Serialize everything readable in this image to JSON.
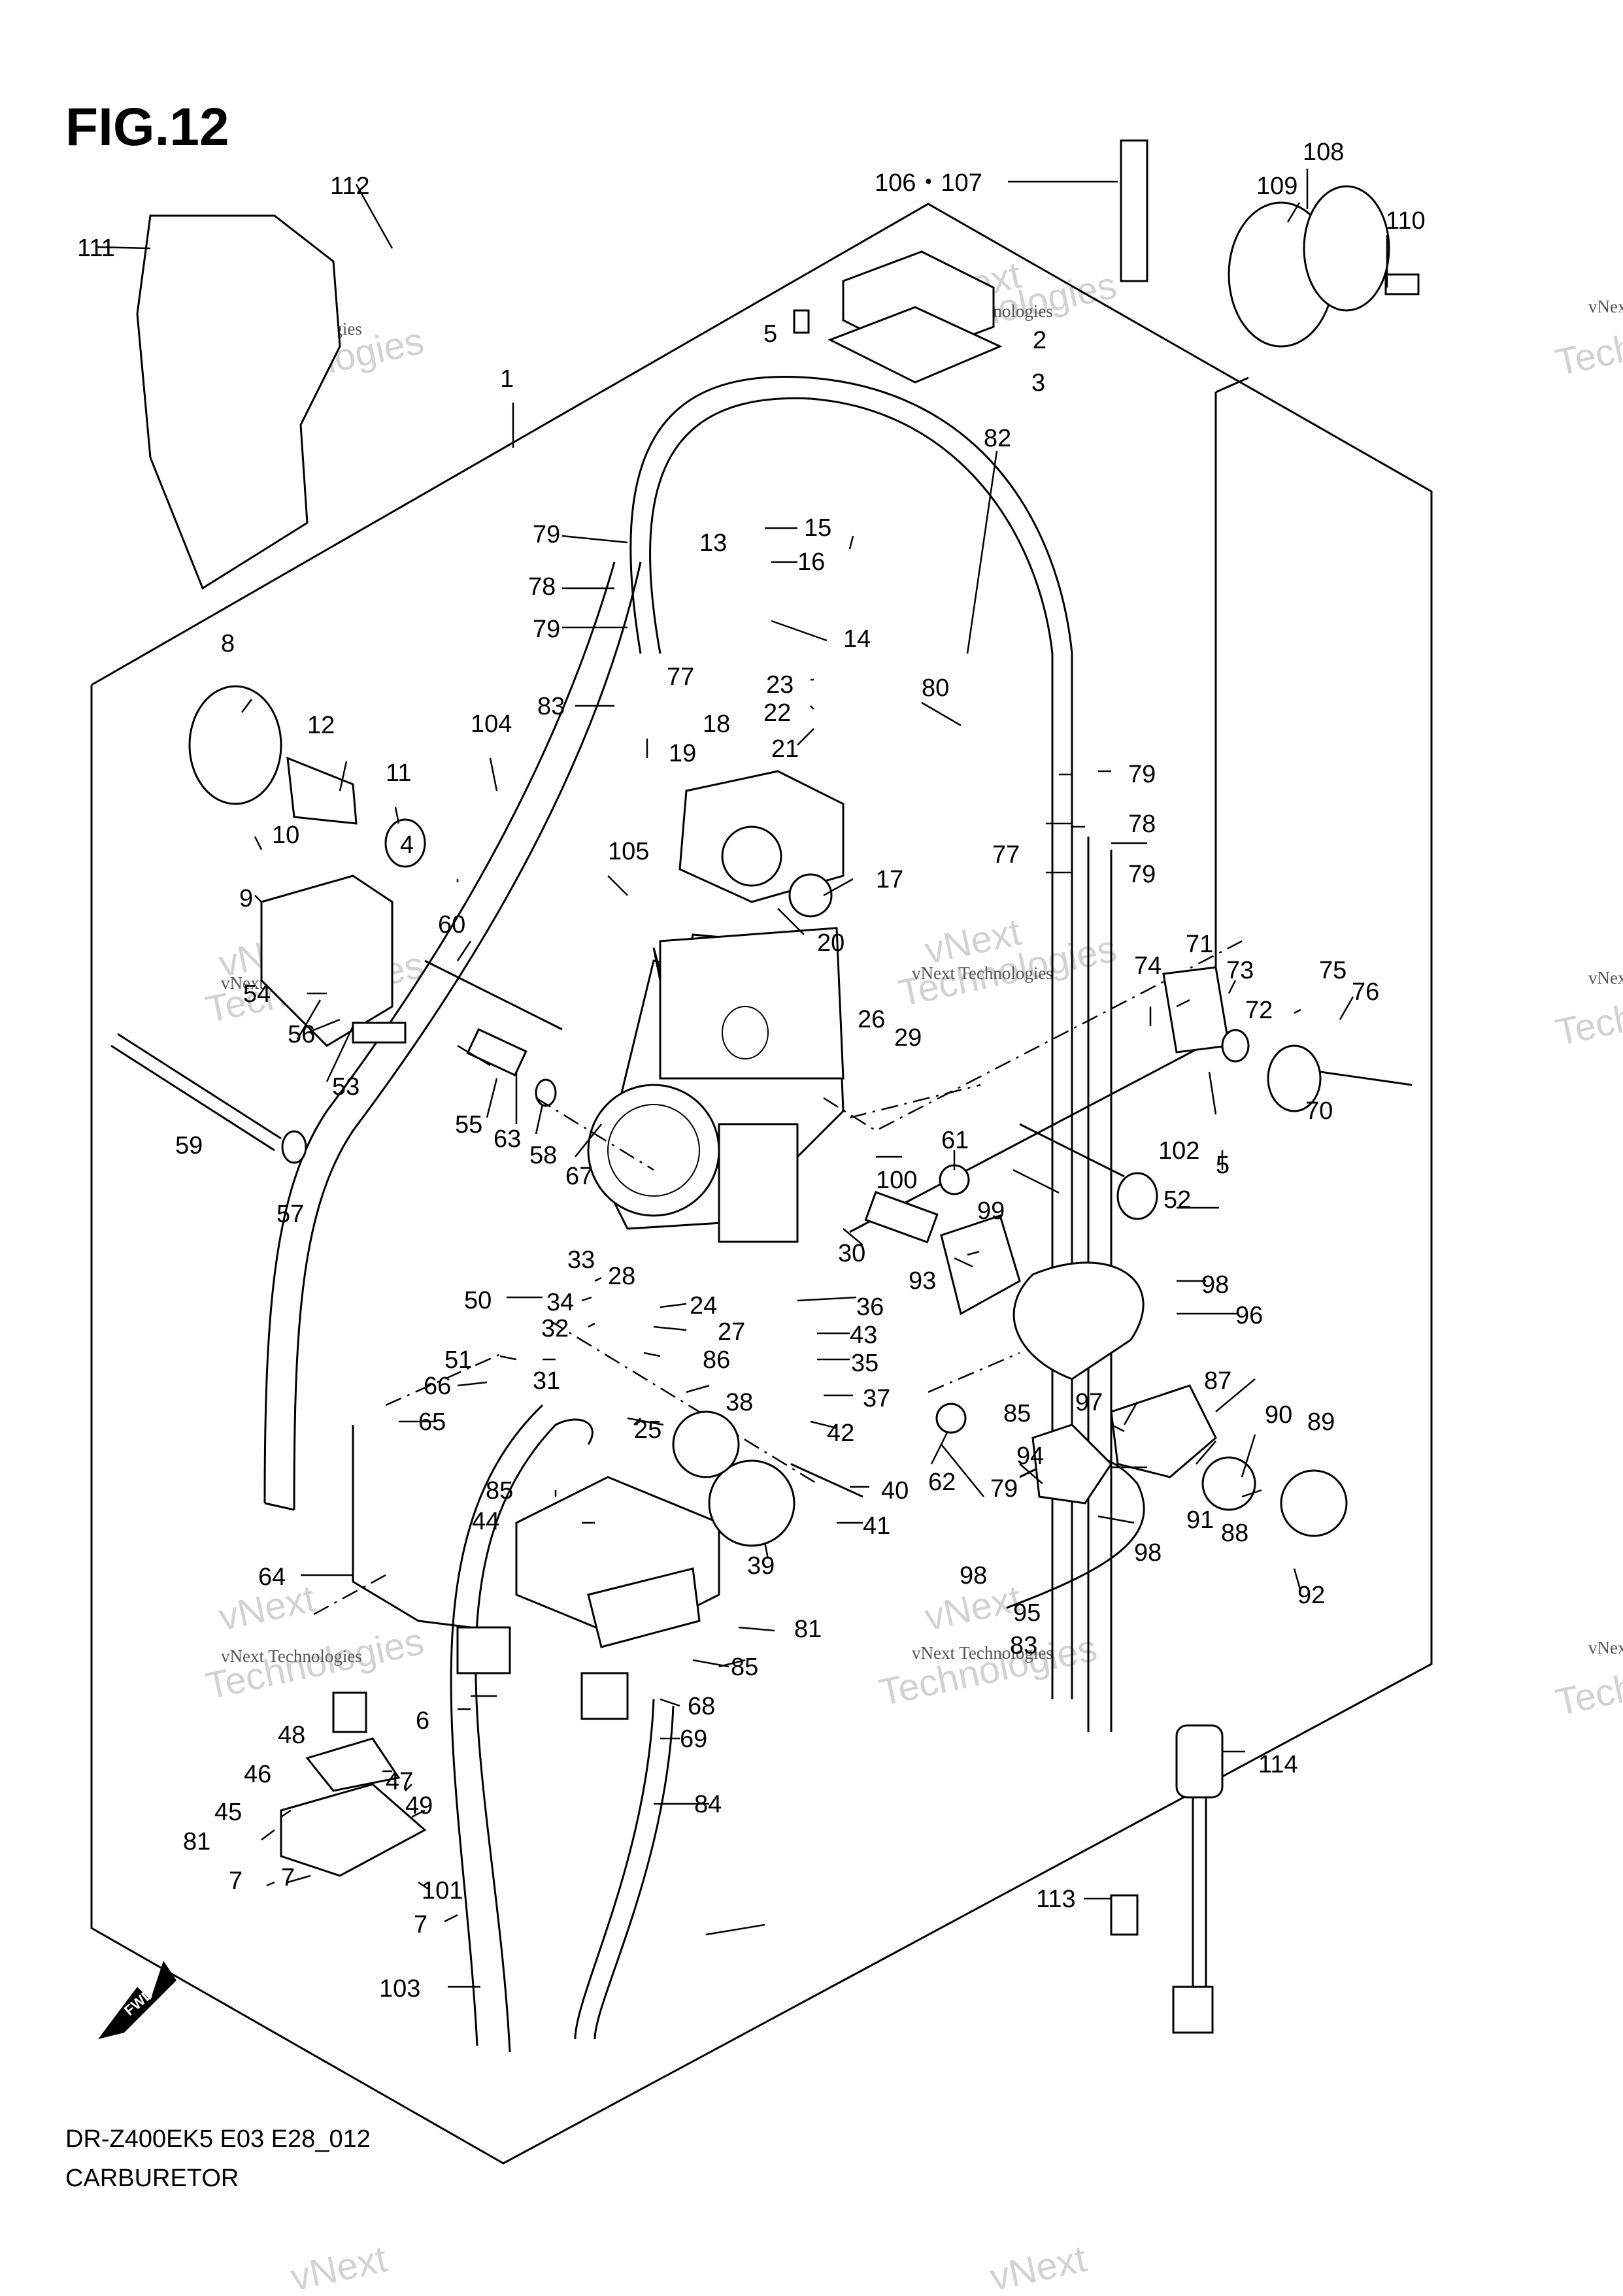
{
  "figure": {
    "title": "FIG.12",
    "model_code": "DR-Z400EK5 E03 E28_012",
    "section_name": "CARBURETOR"
  },
  "watermark": {
    "text_a": "vNext Technologies",
    "text_b": "vNext",
    "text_c": "Technologies"
  },
  "fwd_arrow": {
    "label": "FWD"
  },
  "parts": [
    {
      "key": "1",
      "label": "1"
    },
    {
      "key": "2",
      "label": "2"
    },
    {
      "key": "3",
      "label": "3"
    },
    {
      "key": "4",
      "label": "4"
    },
    {
      "key": "5a",
      "label": "5"
    },
    {
      "key": "5b",
      "label": "5"
    },
    {
      "key": "6",
      "label": "6"
    },
    {
      "key": "7a",
      "label": "7"
    },
    {
      "key": "7b",
      "label": "7"
    },
    {
      "key": "7c",
      "label": "7"
    },
    {
      "key": "8",
      "label": "8"
    },
    {
      "key": "9",
      "label": "9"
    },
    {
      "key": "10",
      "label": "10"
    },
    {
      "key": "11",
      "label": "11"
    },
    {
      "key": "12",
      "label": "12"
    },
    {
      "key": "13",
      "label": "13"
    },
    {
      "key": "14",
      "label": "14"
    },
    {
      "key": "15",
      "label": "15"
    },
    {
      "key": "16",
      "label": "16"
    },
    {
      "key": "17",
      "label": "17"
    },
    {
      "key": "18",
      "label": "18"
    },
    {
      "key": "19",
      "label": "19"
    },
    {
      "key": "20",
      "label": "20"
    },
    {
      "key": "21",
      "label": "21"
    },
    {
      "key": "22",
      "label": "22"
    },
    {
      "key": "23",
      "label": "23"
    },
    {
      "key": "24",
      "label": "24"
    },
    {
      "key": "25",
      "label": "25"
    },
    {
      "key": "26",
      "label": "26"
    },
    {
      "key": "27",
      "label": "27"
    },
    {
      "key": "28",
      "label": "28"
    },
    {
      "key": "29",
      "label": "29"
    },
    {
      "key": "30",
      "label": "30"
    },
    {
      "key": "31",
      "label": "31"
    },
    {
      "key": "32",
      "label": "32"
    },
    {
      "key": "33",
      "label": "33"
    },
    {
      "key": "34",
      "label": "34"
    },
    {
      "key": "35",
      "label": "35"
    },
    {
      "key": "36",
      "label": "36"
    },
    {
      "key": "37",
      "label": "37"
    },
    {
      "key": "38",
      "label": "38"
    },
    {
      "key": "39",
      "label": "39"
    },
    {
      "key": "40",
      "label": "40"
    },
    {
      "key": "41",
      "label": "41"
    },
    {
      "key": "42",
      "label": "42"
    },
    {
      "key": "43",
      "label": "43"
    },
    {
      "key": "44",
      "label": "44"
    },
    {
      "key": "45",
      "label": "45"
    },
    {
      "key": "46",
      "label": "46"
    },
    {
      "key": "47",
      "label": "47"
    },
    {
      "key": "48",
      "label": "48"
    },
    {
      "key": "49",
      "label": "49"
    },
    {
      "key": "50",
      "label": "50"
    },
    {
      "key": "51",
      "label": "51"
    },
    {
      "key": "52",
      "label": "52"
    },
    {
      "key": "53",
      "label": "53"
    },
    {
      "key": "54",
      "label": "54"
    },
    {
      "key": "55",
      "label": "55"
    },
    {
      "key": "56",
      "label": "56"
    },
    {
      "key": "57",
      "label": "57"
    },
    {
      "key": "58",
      "label": "58"
    },
    {
      "key": "59",
      "label": "59"
    },
    {
      "key": "60",
      "label": "60"
    },
    {
      "key": "61",
      "label": "61"
    },
    {
      "key": "62",
      "label": "62"
    },
    {
      "key": "63",
      "label": "63"
    },
    {
      "key": "64",
      "label": "64"
    },
    {
      "key": "65",
      "label": "65"
    },
    {
      "key": "66",
      "label": "66"
    },
    {
      "key": "67",
      "label": "67"
    },
    {
      "key": "68",
      "label": "68"
    },
    {
      "key": "69",
      "label": "69"
    },
    {
      "key": "70",
      "label": "70"
    },
    {
      "key": "71",
      "label": "71"
    },
    {
      "key": "72",
      "label": "72"
    },
    {
      "key": "73",
      "label": "73"
    },
    {
      "key": "74",
      "label": "74"
    },
    {
      "key": "75",
      "label": "75"
    },
    {
      "key": "76",
      "label": "76"
    },
    {
      "key": "77a",
      "label": "77"
    },
    {
      "key": "77b",
      "label": "77"
    },
    {
      "key": "78a",
      "label": "78"
    },
    {
      "key": "78b",
      "label": "78"
    },
    {
      "key": "79a",
      "label": "79"
    },
    {
      "key": "79b",
      "label": "79"
    },
    {
      "key": "79c",
      "label": "79"
    },
    {
      "key": "79d",
      "label": "79"
    },
    {
      "key": "79e",
      "label": "79"
    },
    {
      "key": "80",
      "label": "80"
    },
    {
      "key": "81a",
      "label": "81"
    },
    {
      "key": "81b",
      "label": "81"
    },
    {
      "key": "82",
      "label": "82"
    },
    {
      "key": "83a",
      "label": "83"
    },
    {
      "key": "83b",
      "label": "83"
    },
    {
      "key": "84",
      "label": "84"
    },
    {
      "key": "85a",
      "label": "85"
    },
    {
      "key": "85b",
      "label": "85"
    },
    {
      "key": "85c",
      "label": "85"
    },
    {
      "key": "86",
      "label": "86"
    },
    {
      "key": "87",
      "label": "87"
    },
    {
      "key": "88",
      "label": "88"
    },
    {
      "key": "89",
      "label": "89"
    },
    {
      "key": "90",
      "label": "90"
    },
    {
      "key": "91",
      "label": "91"
    },
    {
      "key": "92",
      "label": "92"
    },
    {
      "key": "93",
      "label": "93"
    },
    {
      "key": "94",
      "label": "94"
    },
    {
      "key": "95",
      "label": "95"
    },
    {
      "key": "96",
      "label": "96"
    },
    {
      "key": "97",
      "label": "97"
    },
    {
      "key": "98a",
      "label": "98"
    },
    {
      "key": "98b",
      "label": "98"
    },
    {
      "key": "98c",
      "label": "98"
    },
    {
      "key": "99",
      "label": "99"
    },
    {
      "key": "100",
      "label": "100"
    },
    {
      "key": "101",
      "label": "101"
    },
    {
      "key": "102",
      "label": "102"
    },
    {
      "key": "103",
      "label": "103"
    },
    {
      "key": "104",
      "label": "104"
    },
    {
      "key": "105",
      "label": "105"
    },
    {
      "key": "106-107",
      "label": "106・107"
    },
    {
      "key": "108",
      "label": "108"
    },
    {
      "key": "109",
      "label": "109"
    },
    {
      "key": "110",
      "label": "110"
    },
    {
      "key": "111",
      "label": "111"
    },
    {
      "key": "112",
      "label": "112"
    },
    {
      "key": "113",
      "label": "113"
    },
    {
      "key": "114",
      "label": "114"
    }
  ]
}
